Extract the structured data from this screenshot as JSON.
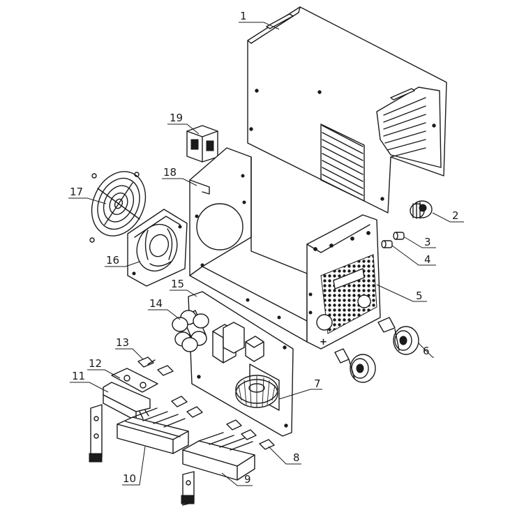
{
  "parts": [
    {
      "id": "part-1",
      "number": "1"
    },
    {
      "id": "part-2",
      "number": "2"
    },
    {
      "id": "part-3",
      "number": "3"
    },
    {
      "id": "part-4",
      "number": "4"
    },
    {
      "id": "part-5",
      "number": "5"
    },
    {
      "id": "part-6",
      "number": "6"
    },
    {
      "id": "part-7",
      "number": "7"
    },
    {
      "id": "part-8",
      "number": "8"
    },
    {
      "id": "part-9",
      "number": "9"
    },
    {
      "id": "part-10",
      "number": "10"
    },
    {
      "id": "part-11",
      "number": "11"
    },
    {
      "id": "part-12",
      "number": "12"
    },
    {
      "id": "part-13",
      "number": "13"
    },
    {
      "id": "part-14",
      "number": "14"
    },
    {
      "id": "part-15",
      "number": "15"
    },
    {
      "id": "part-16",
      "number": "16"
    },
    {
      "id": "part-17",
      "number": "17"
    },
    {
      "id": "part-18",
      "number": "18"
    },
    {
      "id": "part-19",
      "number": "19"
    }
  ],
  "front_panel_symbol": "+"
}
